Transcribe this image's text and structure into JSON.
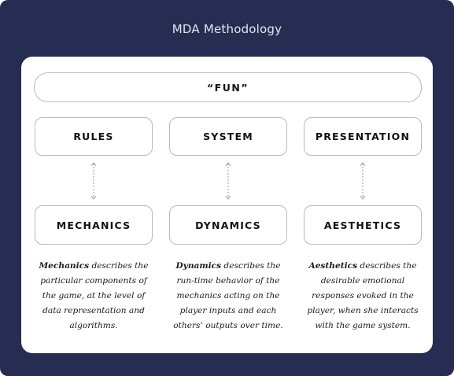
{
  "frame": {
    "title": "MDA Methodology",
    "background": "#262c52"
  },
  "top_box": {
    "label": "“FUN”"
  },
  "columns": [
    {
      "top_label": "RULES",
      "bottom_label": "MECHANICS",
      "desc_term": "Mechanics",
      "desc_rest": " describes the particular components of the game, at the level of data representation and algorithms."
    },
    {
      "top_label": "SYSTEM",
      "bottom_label": "DYNAMICS",
      "desc_term": "Dynamics",
      "desc_rest": " describes the run-time behavior of the mechanics acting on the player inputs and each others’ outputs over time."
    },
    {
      "top_label": "PRESENTATION",
      "bottom_label": "AESTHETICS",
      "desc_term": "Aesthetics",
      "desc_rest": " describes the desirable emotional responses evoked in the player, when she interacts with the game system."
    }
  ]
}
